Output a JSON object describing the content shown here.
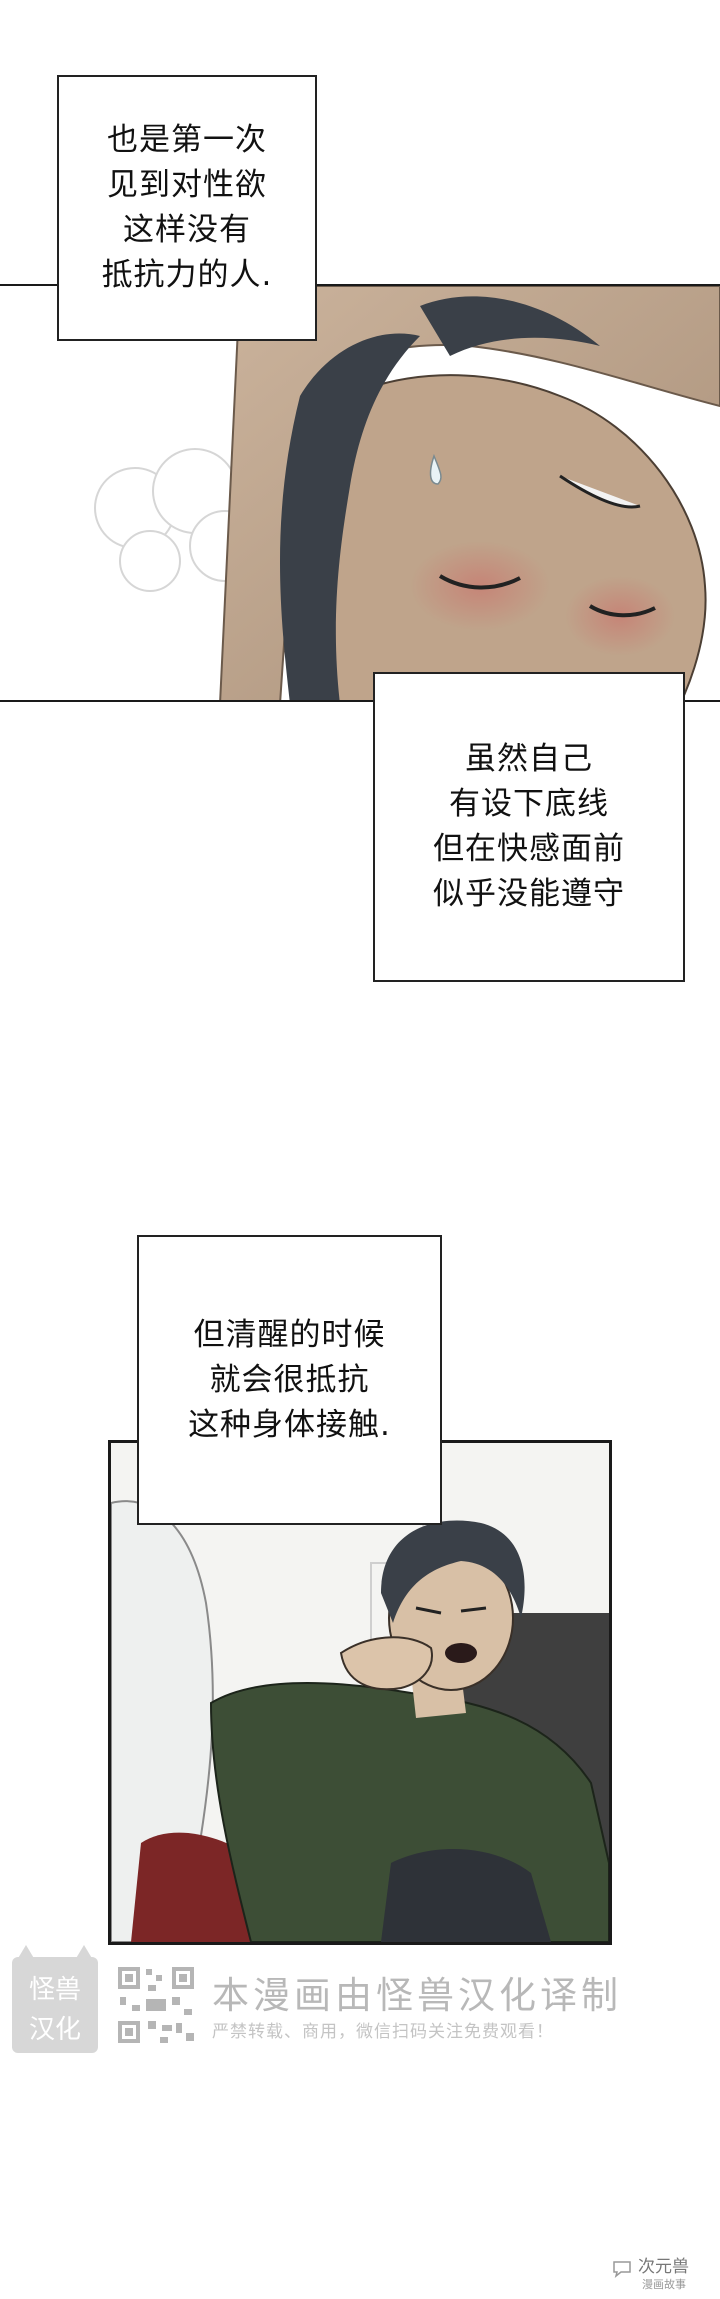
{
  "captions": {
    "c1": [
      "也是第一次",
      "见到对性欲",
      "这样没有",
      "抵抗力的人."
    ],
    "c2": [
      "虽然自己",
      "有设下底线",
      "但在快感面前",
      "似乎没能遵守"
    ],
    "c3": [
      "但清醒的时候",
      "就会很抵抗",
      "这种身体接触."
    ]
  },
  "watermark": {
    "logo_top": "怪兽",
    "logo_bottom": "汉化",
    "title": "本漫画由怪兽汉化译制",
    "subtitle": "严禁转载、商用，微信扫码关注免费观看！"
  },
  "corner_badge": {
    "line1": "次元兽",
    "line2": "漫画故事"
  },
  "colors": {
    "panel_border": "#1a1a1a",
    "skin": "#d8c0a6",
    "hair": "#3a4048",
    "shirt": "#3d4e36",
    "watermark": "#b8b8b8"
  }
}
